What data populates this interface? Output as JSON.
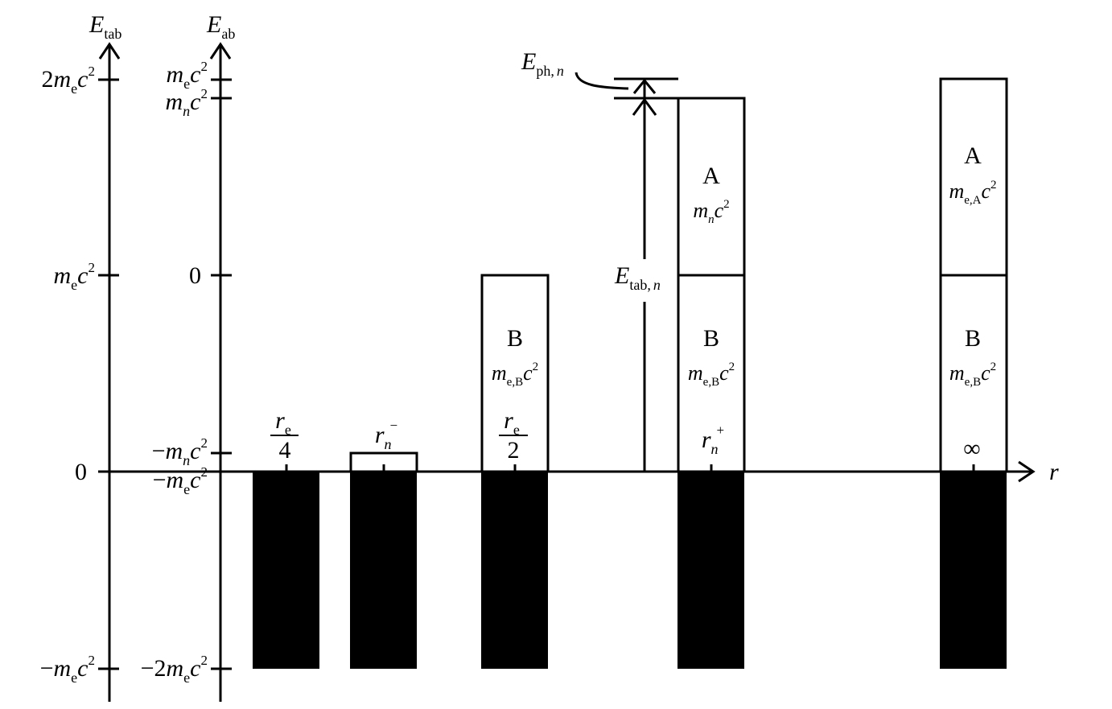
{
  "axes": {
    "e_tab_axis": {
      "symbol": "E",
      "subscript": "tab"
    },
    "e_ab_axis": {
      "symbol": "E",
      "subscript": "ab"
    },
    "r_axis": {
      "symbol": "r"
    }
  },
  "e_tab_ticks": [
    {
      "sign": "",
      "coef": "2",
      "m": "m",
      "sub": "e",
      "c": "c",
      "sup": "2"
    },
    {
      "sign": "",
      "coef": "",
      "m": "m",
      "sub": "e",
      "c": "c",
      "sup": "2"
    },
    {
      "plain": "0"
    },
    {
      "sign": "−",
      "coef": "",
      "m": "m",
      "sub": "e",
      "c": "c",
      "sup": "2"
    }
  ],
  "e_ab_ticks": [
    {
      "sign": "",
      "coef": "",
      "m": "m",
      "sub": "e",
      "c": "c",
      "sup": "2"
    },
    {
      "sign": "",
      "coef": "",
      "m": "m",
      "sub": "n",
      "c": "c",
      "sup": "2"
    },
    {
      "plain": "0"
    },
    {
      "sign": "−",
      "coef": "",
      "m": "m",
      "sub": "n",
      "c": "c",
      "sup": "2"
    },
    {
      "sign": "−",
      "coef": "",
      "m": "m",
      "sub": "e",
      "c": "c",
      "sup": "2"
    },
    {
      "sign": "−",
      "coef": "2",
      "m": "m",
      "sub": "e",
      "c": "c",
      "sup": "2"
    }
  ],
  "positions": [
    {
      "kind": "fraction",
      "num_sym": "r",
      "num_sub": "e",
      "den": "4"
    },
    {
      "kind": "script",
      "sym": "r",
      "sub": "n",
      "sup": "−"
    },
    {
      "kind": "fraction",
      "num_sym": "r",
      "num_sub": "e",
      "den": "2"
    },
    {
      "kind": "script",
      "sym": "r",
      "sub": "n",
      "sup": "+"
    },
    {
      "kind": "plain",
      "text": "∞"
    }
  ],
  "boxes": [
    {
      "letter": "B",
      "m": "m",
      "sub": "e,B",
      "c": "c",
      "sup": "2"
    },
    {
      "letter": "A",
      "m": "m",
      "sub": "n",
      "c": "c",
      "sup": "2"
    },
    {
      "letter": "B",
      "m": "m",
      "sub": "e,B",
      "c": "c",
      "sup": "2"
    },
    {
      "letter": "A",
      "m": "m",
      "sub": "e,A",
      "c": "c",
      "sup": "2"
    },
    {
      "letter": "B",
      "m": "m",
      "sub": "e,B",
      "c": "c",
      "sup": "2"
    }
  ],
  "annotations": {
    "e_ph": {
      "symbol": "E",
      "sub": "ph,",
      "sub_i": "n"
    },
    "e_tab_n": {
      "symbol": "E",
      "sub": "tab,",
      "sub_i": "n"
    }
  }
}
